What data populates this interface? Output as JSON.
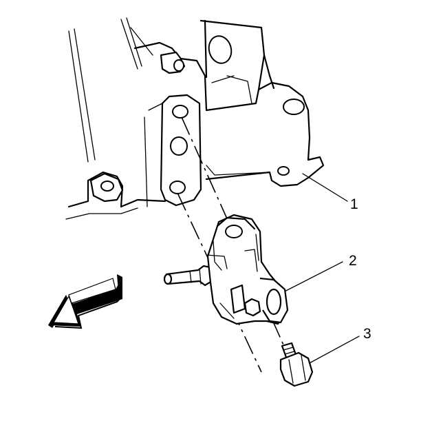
{
  "callouts": [
    {
      "id": "1",
      "label": "1"
    },
    {
      "id": "2",
      "label": "2"
    },
    {
      "id": "3",
      "label": "3"
    }
  ],
  "icons": {
    "direction_arrow": "front-direction-arrow-icon",
    "bracket": "engine-mounting-bracket",
    "sensor": "sensor-component",
    "bolt": "bolt-fastener"
  }
}
